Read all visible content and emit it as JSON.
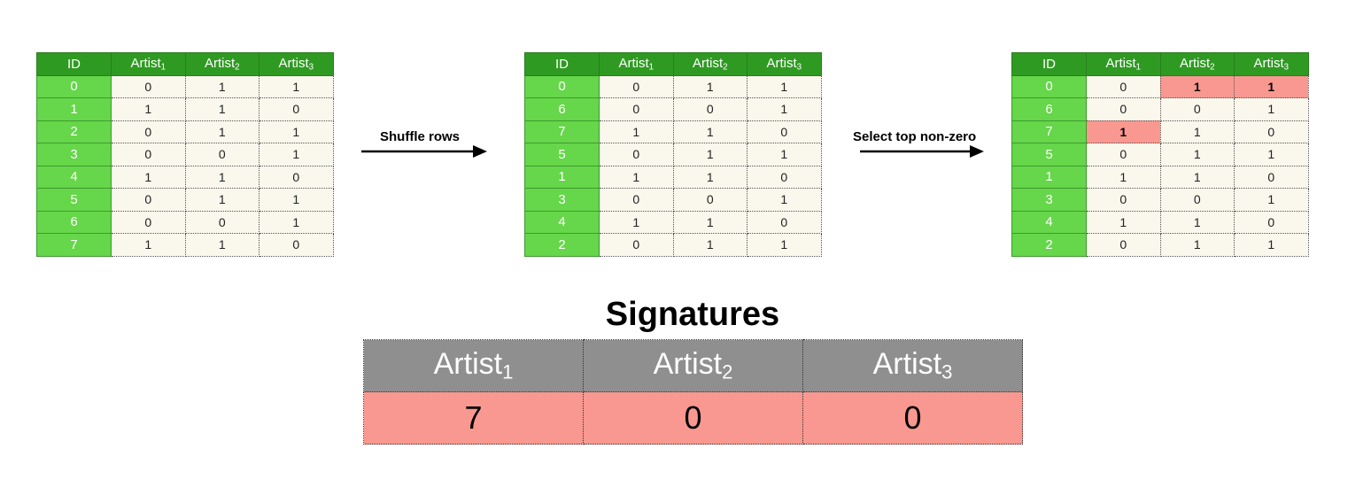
{
  "columns": {
    "id": "ID",
    "artist_word": "Artist",
    "subs": [
      "1",
      "2",
      "3"
    ]
  },
  "table1": {
    "ids": [
      "0",
      "1",
      "2",
      "3",
      "4",
      "5",
      "6",
      "7"
    ],
    "rows": [
      [
        "0",
        "1",
        "1"
      ],
      [
        "1",
        "1",
        "0"
      ],
      [
        "0",
        "1",
        "1"
      ],
      [
        "0",
        "0",
        "1"
      ],
      [
        "1",
        "1",
        "0"
      ],
      [
        "0",
        "1",
        "1"
      ],
      [
        "0",
        "0",
        "1"
      ],
      [
        "1",
        "1",
        "0"
      ]
    ]
  },
  "arrow1": {
    "label": "Shuffle rows"
  },
  "table2": {
    "ids": [
      "0",
      "6",
      "7",
      "5",
      "1",
      "3",
      "4",
      "2"
    ],
    "rows": [
      [
        "0",
        "1",
        "1"
      ],
      [
        "0",
        "0",
        "1"
      ],
      [
        "1",
        "1",
        "0"
      ],
      [
        "0",
        "1",
        "1"
      ],
      [
        "1",
        "1",
        "0"
      ],
      [
        "0",
        "0",
        "1"
      ],
      [
        "1",
        "1",
        "0"
      ],
      [
        "0",
        "1",
        "1"
      ]
    ]
  },
  "arrow2": {
    "label": "Select top non-zero"
  },
  "table3": {
    "ids": [
      "0",
      "6",
      "7",
      "5",
      "1",
      "3",
      "4",
      "2"
    ],
    "rows": [
      [
        "0",
        "1",
        "1"
      ],
      [
        "0",
        "0",
        "1"
      ],
      [
        "1",
        "1",
        "0"
      ],
      [
        "0",
        "1",
        "1"
      ],
      [
        "1",
        "1",
        "0"
      ],
      [
        "0",
        "0",
        "1"
      ],
      [
        "1",
        "1",
        "0"
      ],
      [
        "0",
        "1",
        "1"
      ]
    ],
    "highlighted": [
      [
        0,
        1
      ],
      [
        0,
        2
      ],
      [
        2,
        0
      ]
    ]
  },
  "signatures": {
    "title": "Signatures",
    "values": [
      "7",
      "0",
      "0"
    ]
  },
  "colors": {
    "header_green": "#2f9a22",
    "id_green": "#66d64a",
    "cell_bg": "#faf7ec",
    "highlight_red": "#f99890",
    "sig_header_gray": "#8f8f8f"
  }
}
